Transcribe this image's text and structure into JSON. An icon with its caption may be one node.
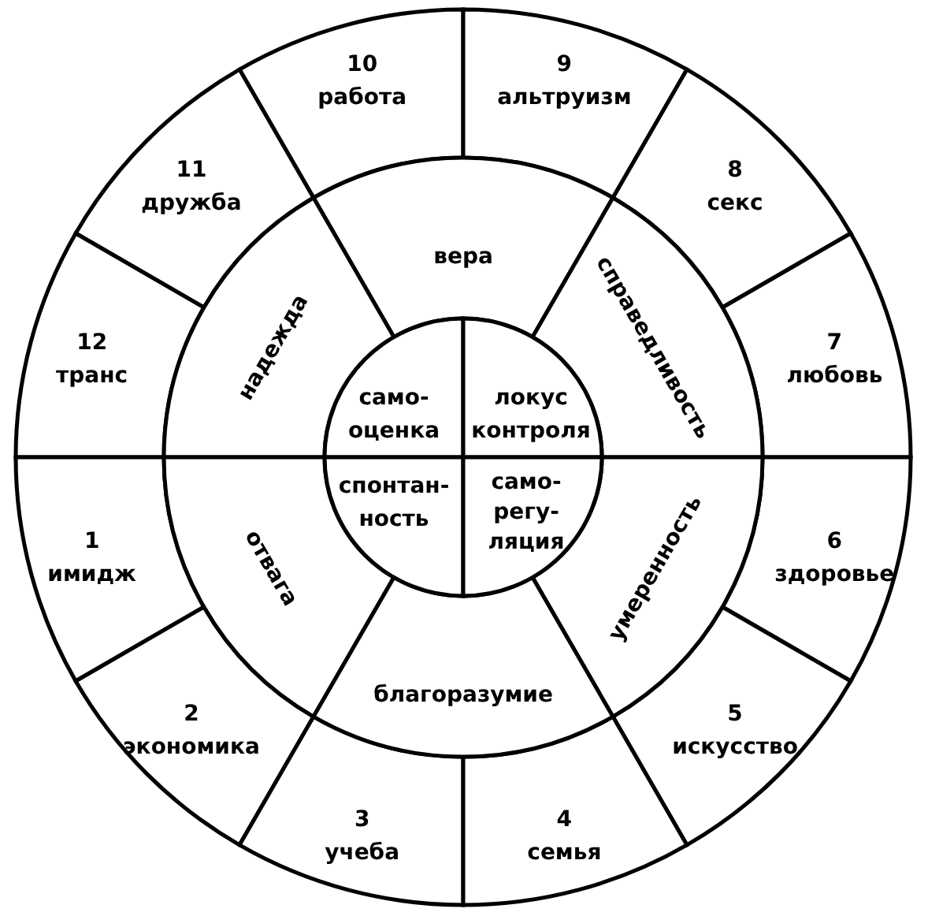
{
  "diagram": {
    "nodes": [
      {
        "text": [
          "10",
          "работа"
        ]
      },
      {
        "text": [
          "9",
          "альтруизм"
        ]
      },
      {
        "text": [
          "11",
          "дружба"
        ]
      },
      {
        "text": [
          "8",
          "секс"
        ]
      },
      {
        "text": [
          "12",
          "транс"
        ]
      },
      {
        "text": [
          "7",
          "любовь"
        ]
      },
      {
        "text": [
          "1",
          "имидж"
        ]
      },
      {
        "text": [
          "6",
          "здоровье"
        ]
      },
      {
        "text": [
          "2",
          "экономика"
        ]
      },
      {
        "text": [
          "5",
          "искусство"
        ]
      },
      {
        "text": [
          "3",
          "учеба"
        ]
      },
      {
        "text": [
          "4",
          "семья"
        ]
      },
      {
        "text": [
          "вера"
        ]
      },
      {
        "text": [
          "надежда"
        ]
      },
      {
        "text": [
          "справедливость"
        ]
      },
      {
        "text": [
          "отвага"
        ]
      },
      {
        "text": [
          "умеренность"
        ]
      },
      {
        "text": [
          "благоразумие"
        ]
      },
      {
        "text": [
          "само- оценка"
        ]
      },
      {
        "text": [
          "локус контроля"
        ]
      },
      {
        "text": [
          "спонтан- ность"
        ]
      },
      {
        "text": [
          "само- регу- ляция"
        ]
      }
    ],
    "edges": []
  }
}
